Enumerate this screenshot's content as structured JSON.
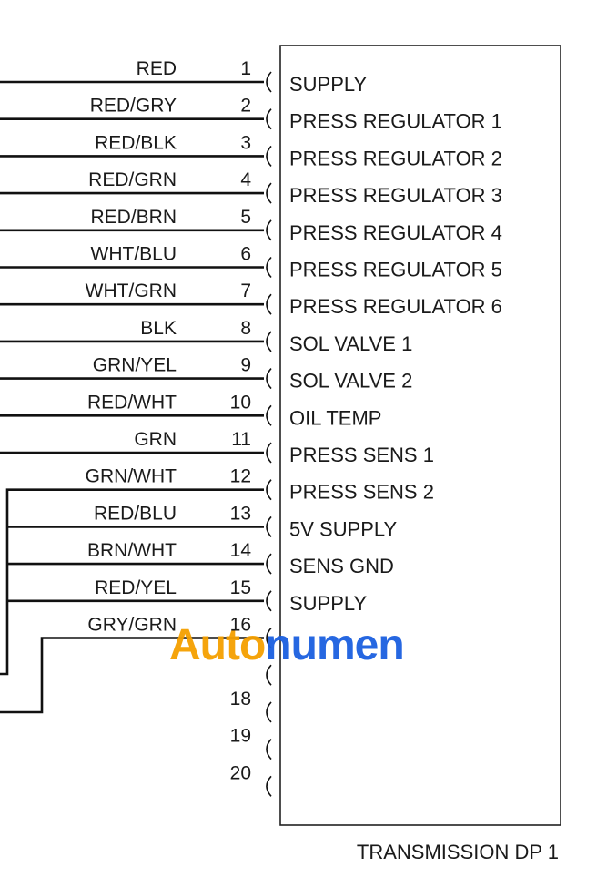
{
  "connector": {
    "title": "TRANSMISSION DP 1"
  },
  "pins": [
    {
      "pin": "1",
      "wire": "RED",
      "function": "SUPPLY"
    },
    {
      "pin": "2",
      "wire": "RED/GRY",
      "function": "PRESS REGULATOR 1"
    },
    {
      "pin": "3",
      "wire": "RED/BLK",
      "function": "PRESS REGULATOR 2"
    },
    {
      "pin": "4",
      "wire": "RED/GRN",
      "function": "PRESS REGULATOR 3"
    },
    {
      "pin": "5",
      "wire": "RED/BRN",
      "function": "PRESS REGULATOR 4"
    },
    {
      "pin": "6",
      "wire": "WHT/BLU",
      "function": "PRESS REGULATOR 5"
    },
    {
      "pin": "7",
      "wire": "WHT/GRN",
      "function": "PRESS REGULATOR 6"
    },
    {
      "pin": "8",
      "wire": "BLK",
      "function": "SOL VALVE 1"
    },
    {
      "pin": "9",
      "wire": "GRN/YEL",
      "function": "SOL VALVE 2"
    },
    {
      "pin": "10",
      "wire": "RED/WHT",
      "function": "OIL TEMP"
    },
    {
      "pin": "11",
      "wire": "GRN",
      "function": "PRESS SENS 1"
    },
    {
      "pin": "12",
      "wire": "GRN/WHT",
      "function": "PRESS SENS 2"
    },
    {
      "pin": "13",
      "wire": "RED/BLU",
      "function": "5V SUPPLY"
    },
    {
      "pin": "14",
      "wire": "BRN/WHT",
      "function": "SENS GND"
    },
    {
      "pin": "15",
      "wire": "RED/YEL",
      "function": "SUPPLY"
    },
    {
      "pin": "16",
      "wire": "GRY/GRN",
      "function": ""
    },
    {
      "pin": "17",
      "wire": "",
      "function": ""
    },
    {
      "pin": "18",
      "wire": "",
      "function": ""
    },
    {
      "pin": "19",
      "wire": "",
      "function": ""
    },
    {
      "pin": "20",
      "wire": "",
      "function": ""
    }
  ],
  "watermark": {
    "part1": "Auto",
    "part2": "numen",
    "color1": "#f5a000",
    "color2": "#1b5fe0"
  },
  "colors": {
    "line": "#111111",
    "text": "#1a1a1a"
  }
}
